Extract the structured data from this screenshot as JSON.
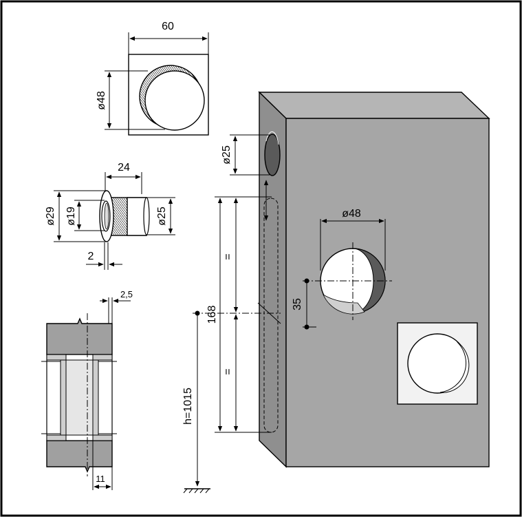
{
  "diagram": {
    "labels": {
      "knob_width": "60",
      "knob_diameter": "ø48",
      "sleeve_length": "24",
      "flange_diameter": "ø29",
      "bore_diameter": "ø19",
      "sleeve_diameter": "ø25",
      "flange_thickness": "2",
      "wall_offset": "2,5",
      "wall_gap": "11",
      "hole_top_diameter": "ø25",
      "hole_main_diameter": "ø48",
      "center_distance": "168",
      "equal_upper": "=",
      "equal_lower": "=",
      "hole_offset": "35",
      "mount_height": "h=1015"
    },
    "colors": {
      "box_front": "#a6a6a6",
      "box_side": "#8f8f8f",
      "box_top": "#b5b5b5",
      "hole_dark": "#5a5a5a",
      "plate": "#f2f2f2",
      "wall_gray": "#a0a0a0",
      "insert_light": "#e6e6e6"
    }
  }
}
